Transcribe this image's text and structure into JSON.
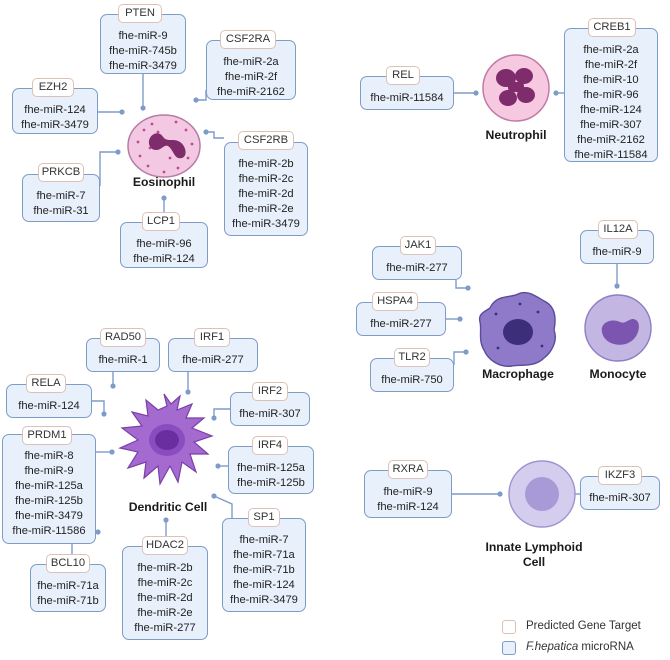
{
  "cells": {
    "eosinophil": "Eosinophil",
    "neutrophil": "Neutrophil",
    "macrophage": "Macrophage",
    "monocyte": "Monocyte",
    "dendritic": "Dendritic Cell",
    "ilc": "Innate Lymphoid Cell"
  },
  "targets": [
    {
      "id": "pten",
      "gene": "PTEN",
      "mirnas": [
        "fhe-miR-9",
        "fhe-miR-745b",
        "fhe-miR-3479"
      ]
    },
    {
      "id": "csf2ra",
      "gene": "CSF2RA",
      "mirnas": [
        "fhe-miR-2a",
        "fhe-miR-2f",
        "fhe-miR-2162"
      ]
    },
    {
      "id": "ezh2",
      "gene": "EZH2",
      "mirnas": [
        "fhe-miR-124",
        "fhe-miR-3479"
      ]
    },
    {
      "id": "csf2rb",
      "gene": "CSF2RB",
      "mirnas": [
        "fhe-miR-2b",
        "fhe-miR-2c",
        "fhe-miR-2d",
        "fhe-miR-2e",
        "fhe-miR-3479"
      ]
    },
    {
      "id": "prkcb",
      "gene": "PRKCB",
      "mirnas": [
        "fhe-miR-7",
        "fhe-miR-31"
      ]
    },
    {
      "id": "lcp1",
      "gene": "LCP1",
      "mirnas": [
        "fhe-miR-96",
        "fhe-miR-124"
      ]
    },
    {
      "id": "rel",
      "gene": "REL",
      "mirnas": [
        "fhe-miR-11584"
      ]
    },
    {
      "id": "creb1",
      "gene": "CREB1",
      "mirnas": [
        "fhe-miR-2a",
        "fhe-miR-2f",
        "fhe-miR-10",
        "fhe-miR-96",
        "fhe-miR-124",
        "fhe-miR-307",
        "fhe-miR-2162",
        "fhe-miR-11584"
      ]
    },
    {
      "id": "jak1",
      "gene": "JAK1",
      "mirnas": [
        "fhe-miR-277"
      ]
    },
    {
      "id": "il12a",
      "gene": "IL12A",
      "mirnas": [
        "fhe-miR-9"
      ]
    },
    {
      "id": "hspa4",
      "gene": "HSPA4",
      "mirnas": [
        "fhe-miR-277"
      ]
    },
    {
      "id": "tlr2",
      "gene": "TLR2",
      "mirnas": [
        "fhe-miR-750"
      ]
    },
    {
      "id": "rad50",
      "gene": "RAD50",
      "mirnas": [
        "fhe-miR-1"
      ]
    },
    {
      "id": "irf1",
      "gene": "IRF1",
      "mirnas": [
        "fhe-miR-277"
      ]
    },
    {
      "id": "rela",
      "gene": "RELA",
      "mirnas": [
        "fhe-miR-124"
      ]
    },
    {
      "id": "irf2",
      "gene": "IRF2",
      "mirnas": [
        "fhe-miR-307"
      ]
    },
    {
      "id": "prdm1",
      "gene": "PRDM1",
      "mirnas": [
        "fhe-miR-8",
        "fhe-miR-9",
        "fhe-miR-125a",
        "fhe-miR-125b",
        "fhe-miR-3479",
        "fhe-miR-11586"
      ]
    },
    {
      "id": "irf4",
      "gene": "IRF4",
      "mirnas": [
        "fhe-miR-125a",
        "fhe-miR-125b"
      ]
    },
    {
      "id": "sp1",
      "gene": "SP1",
      "mirnas": [
        "fhe-miR-7",
        "fhe-miR-71a",
        "fhe-miR-71b",
        "fhe-miR-124",
        "fhe-miR-3479"
      ]
    },
    {
      "id": "bcl10",
      "gene": "BCL10",
      "mirnas": [
        "fhe-miR-71a",
        "fhe-miR-71b"
      ]
    },
    {
      "id": "hdac2",
      "gene": "HDAC2",
      "mirnas": [
        "fhe-miR-2b",
        "fhe-miR-2c",
        "fhe-miR-2d",
        "fhe-miR-2e",
        "fhe-miR-277"
      ]
    },
    {
      "id": "rxra",
      "gene": "RXRA",
      "mirnas": [
        "fhe-miR-9",
        "fhe-miR-124"
      ]
    },
    {
      "id": "ikzf3",
      "gene": "IKZF3",
      "mirnas": [
        "fhe-miR-307"
      ]
    }
  ],
  "legend": {
    "gene_target": "Predicted Gene Target",
    "mirna_prefix": "F.hepatica",
    "mirna_suffix": " microRNA"
  },
  "colors": {
    "mirna_fill": "#e8f1fb",
    "mirna_border": "#7e9cc8",
    "gene_border": "#dcc1b4",
    "eosinophil": "#e6a9cf",
    "neutrophil": "#f1bcd9",
    "macrophage": "#8f79c9",
    "monocyte": "#b6a7dd",
    "dendritic": "#a56ad0",
    "ilc": "#c6bde6"
  }
}
